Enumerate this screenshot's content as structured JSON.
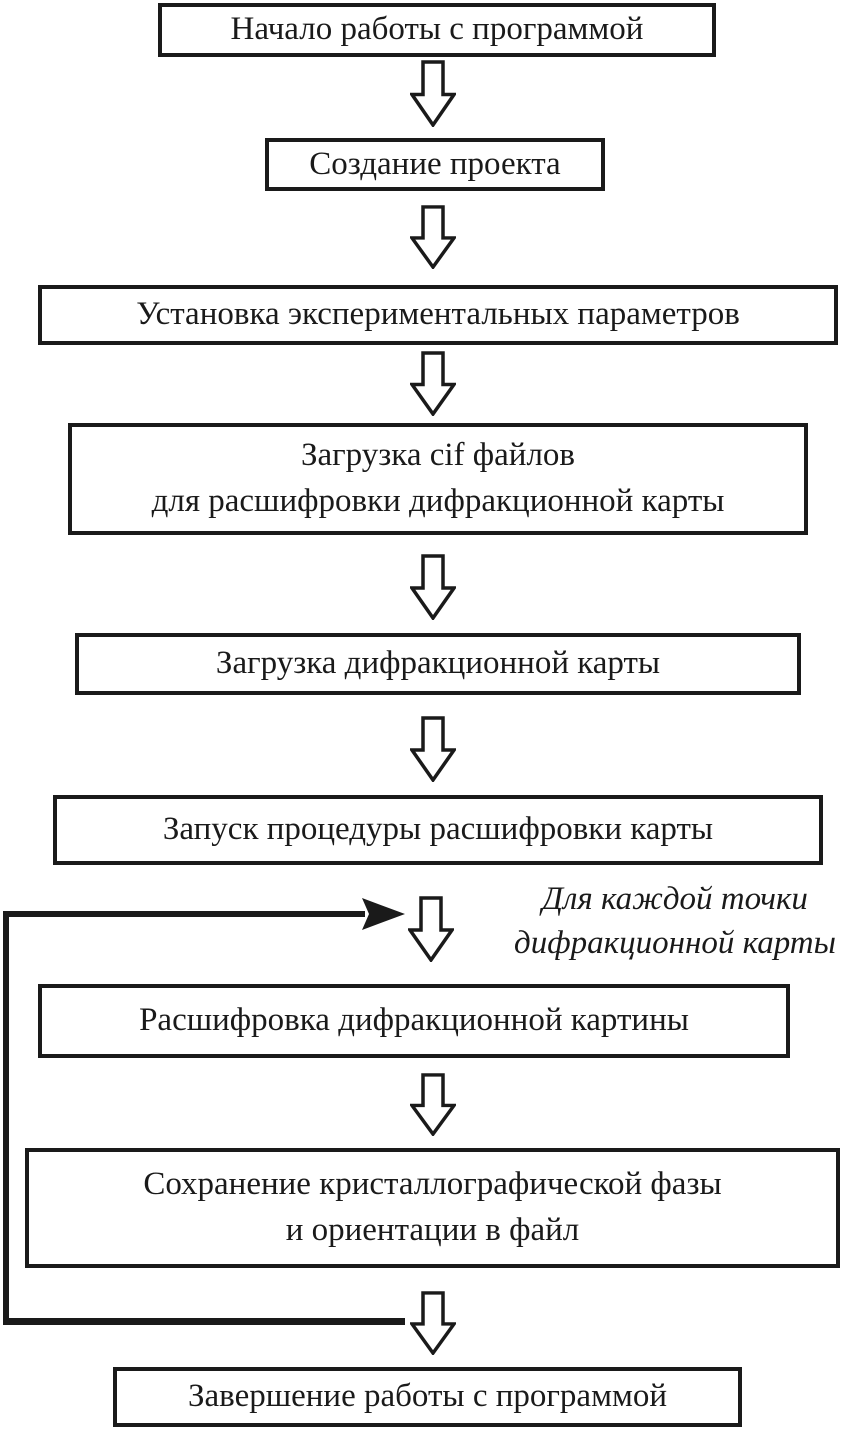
{
  "flowchart": {
    "title_semantic": "program-workflow-flowchart",
    "colors": {
      "ink": "#1a1a1a",
      "background": "#ffffff"
    },
    "boxes": [
      {
        "id": "start",
        "lines": [
          "Начало работы с программой"
        ]
      },
      {
        "id": "create-project",
        "lines": [
          "Создание проекта"
        ]
      },
      {
        "id": "set-params",
        "lines": [
          "Установка экспериментальных параметров"
        ]
      },
      {
        "id": "load-cif",
        "lines": [
          "Загрузка cif файлов",
          "для расшифровки дифракционной карты"
        ]
      },
      {
        "id": "load-map",
        "lines": [
          "Загрузка дифракционной карты"
        ]
      },
      {
        "id": "run-decoding",
        "lines": [
          "Запуск процедуры расшифровки карты"
        ]
      },
      {
        "id": "decode-pattern",
        "lines": [
          "Расшифровка дифракционной картины"
        ]
      },
      {
        "id": "save-phase",
        "lines": [
          "Сохранение кристаллографической фазы",
          "и ориентации в файл"
        ]
      },
      {
        "id": "finish",
        "lines": [
          "Завершение работы с программой"
        ]
      }
    ],
    "loop_label": {
      "lines": [
        "Для каждой точки",
        "дифракционной карты"
      ]
    }
  }
}
